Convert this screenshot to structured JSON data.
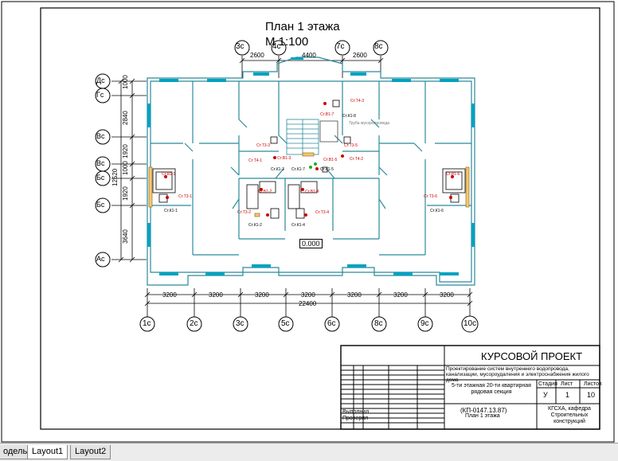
{
  "drawing": {
    "title": "План 1 этажа",
    "scale": "М 1:100",
    "top_axes": [
      "3с",
      "4с",
      "7с",
      "8с"
    ],
    "top_dims": [
      "2600",
      "4400",
      "2600"
    ],
    "left_axes": [
      "Дс",
      "Гс",
      "Вс",
      "Вс",
      "Бс",
      "Бс",
      "Ас"
    ],
    "left_dims": [
      "1000",
      "2840",
      "1920",
      "1000",
      "1920",
      "3640"
    ],
    "left_overall_dim": "12520",
    "bottom_axes": [
      "1с",
      "2с",
      "3с",
      "5с",
      "6с",
      "8с",
      "9с",
      "10с"
    ],
    "bottom_dims": [
      "3200",
      "3200",
      "3200",
      "3200",
      "3200",
      "3200",
      "3200"
    ],
    "bottom_overall_dim": "22400",
    "level_mark": "0.000",
    "risers": [
      "Ст.В1-1",
      "Ст.Т3-1",
      "Ст.В1-2",
      "Ст.Т3-2",
      "Ст.В1-3",
      "Ст.Т3-3",
      "Ст.В1-4",
      "Ст.Т3-4",
      "Ст.В1-5",
      "Ст.Т3-5",
      "Ст.В1-6",
      "Ст.Т3-6",
      "Ст.В1-7",
      "Ст.Т4-1",
      "Ст.Т4-2",
      "Ст.Т4-3",
      "Ст.К1-1",
      "Ст.К1-2",
      "Ст.К1-3",
      "Ст.К1-4",
      "Ст.К1-5",
      "Ст.К1-6",
      "Ст.К1-7",
      "Ст.К1-8"
    ],
    "trash_note": "Труба мусоропровода"
  },
  "title_block": {
    "main": "КУРСОВОЙ ПРОЕКТ",
    "subject": "Проектирование систем внутреннего водопровода, канализации, мусороудаления и электроснабжения жилого дома",
    "building": "5-ти этажная 20-ти квартирная рядовая секция",
    "sheet_name": "План 1 этажа",
    "code": "(КП-0147.13.87)",
    "stage_label": "Стадия",
    "sheet_label": "Лист",
    "sheets_label": "Листов",
    "stage": "У",
    "sheet_no": "1",
    "sheets_total": "10",
    "org": "КГСХА, кафедра Строительных конструкций",
    "developed": "Выполнил",
    "checked": "Проверил"
  },
  "tabs": [
    {
      "label": "одель",
      "active": false
    },
    {
      "label": "Layout1",
      "active": true
    },
    {
      "label": "Layout2",
      "active": false
    }
  ],
  "colors": {
    "walls": "#2a8a9a",
    "windows": "#00a2c0",
    "risers": "#cc0000",
    "dims": "#000000"
  }
}
